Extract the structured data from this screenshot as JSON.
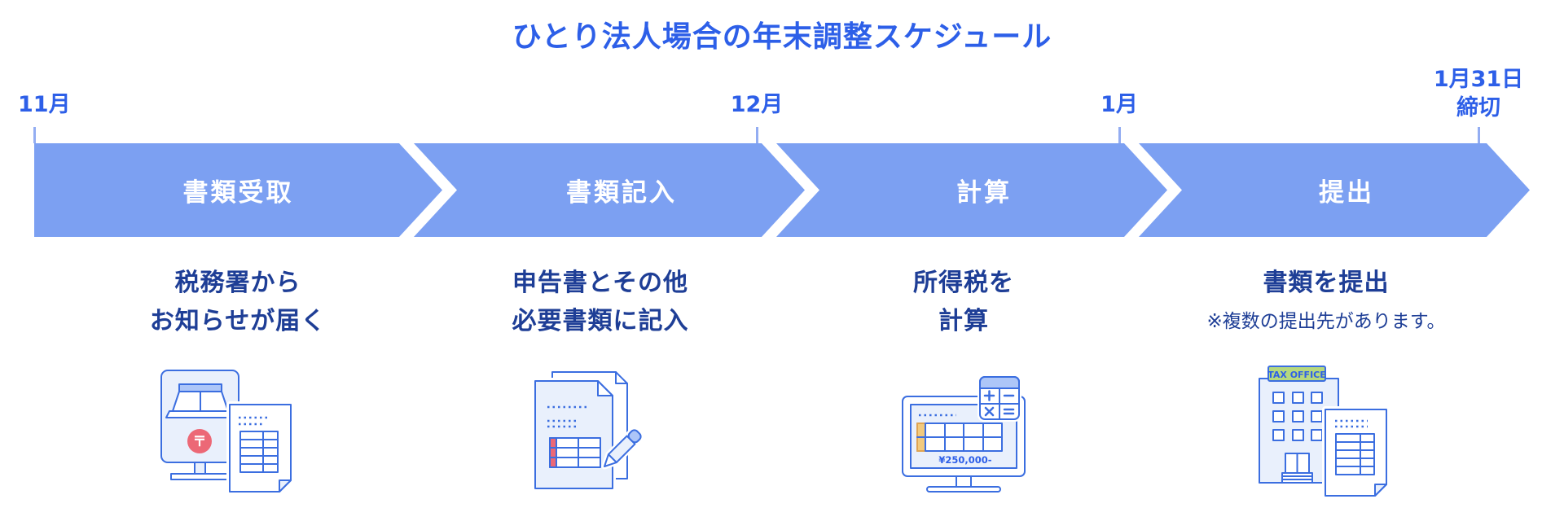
{
  "title": "ひとり法人場合の年末調整スケジュール",
  "timeline": {
    "months": [
      {
        "label": "11月"
      },
      {
        "label": "12月"
      },
      {
        "label": "1月"
      }
    ],
    "deadline": {
      "date": "1月31日",
      "label": "締切"
    }
  },
  "steps": [
    {
      "label": "書類受取",
      "desc_line1": "税務署から",
      "desc_line2": "お知らせが届く",
      "icon": "mail-monitor-icon"
    },
    {
      "label": "書類記入",
      "desc_line1": "申告書とその他",
      "desc_line2": "必要書類に記入",
      "icon": "document-pencil-icon"
    },
    {
      "label": "計算",
      "desc_line1": "所得税を",
      "desc_line2": "計算",
      "icon": "calculator-monitor-icon"
    },
    {
      "label": "提出",
      "desc_line1": "書類を提出",
      "note": "※複数の提出先があります。",
      "icon": "tax-office-icon"
    }
  ],
  "icon_texts": {
    "postal_mark": "〒",
    "amount": "¥250,000-",
    "tax_office_sign": "TAX OFFICE"
  },
  "colors": {
    "accent_blue": "#2D5FE8",
    "band_blue": "#7CA0F2",
    "navy_text": "#1E3E96",
    "icon_stroke": "#3B6EE0",
    "icon_fill_light": "#E9F0FC",
    "icon_fill_mid": "#ADC6F8",
    "postal_red": "#EC6876",
    "cell_yellow": "#F2CA7D",
    "sign_green": "#B6D87E"
  }
}
